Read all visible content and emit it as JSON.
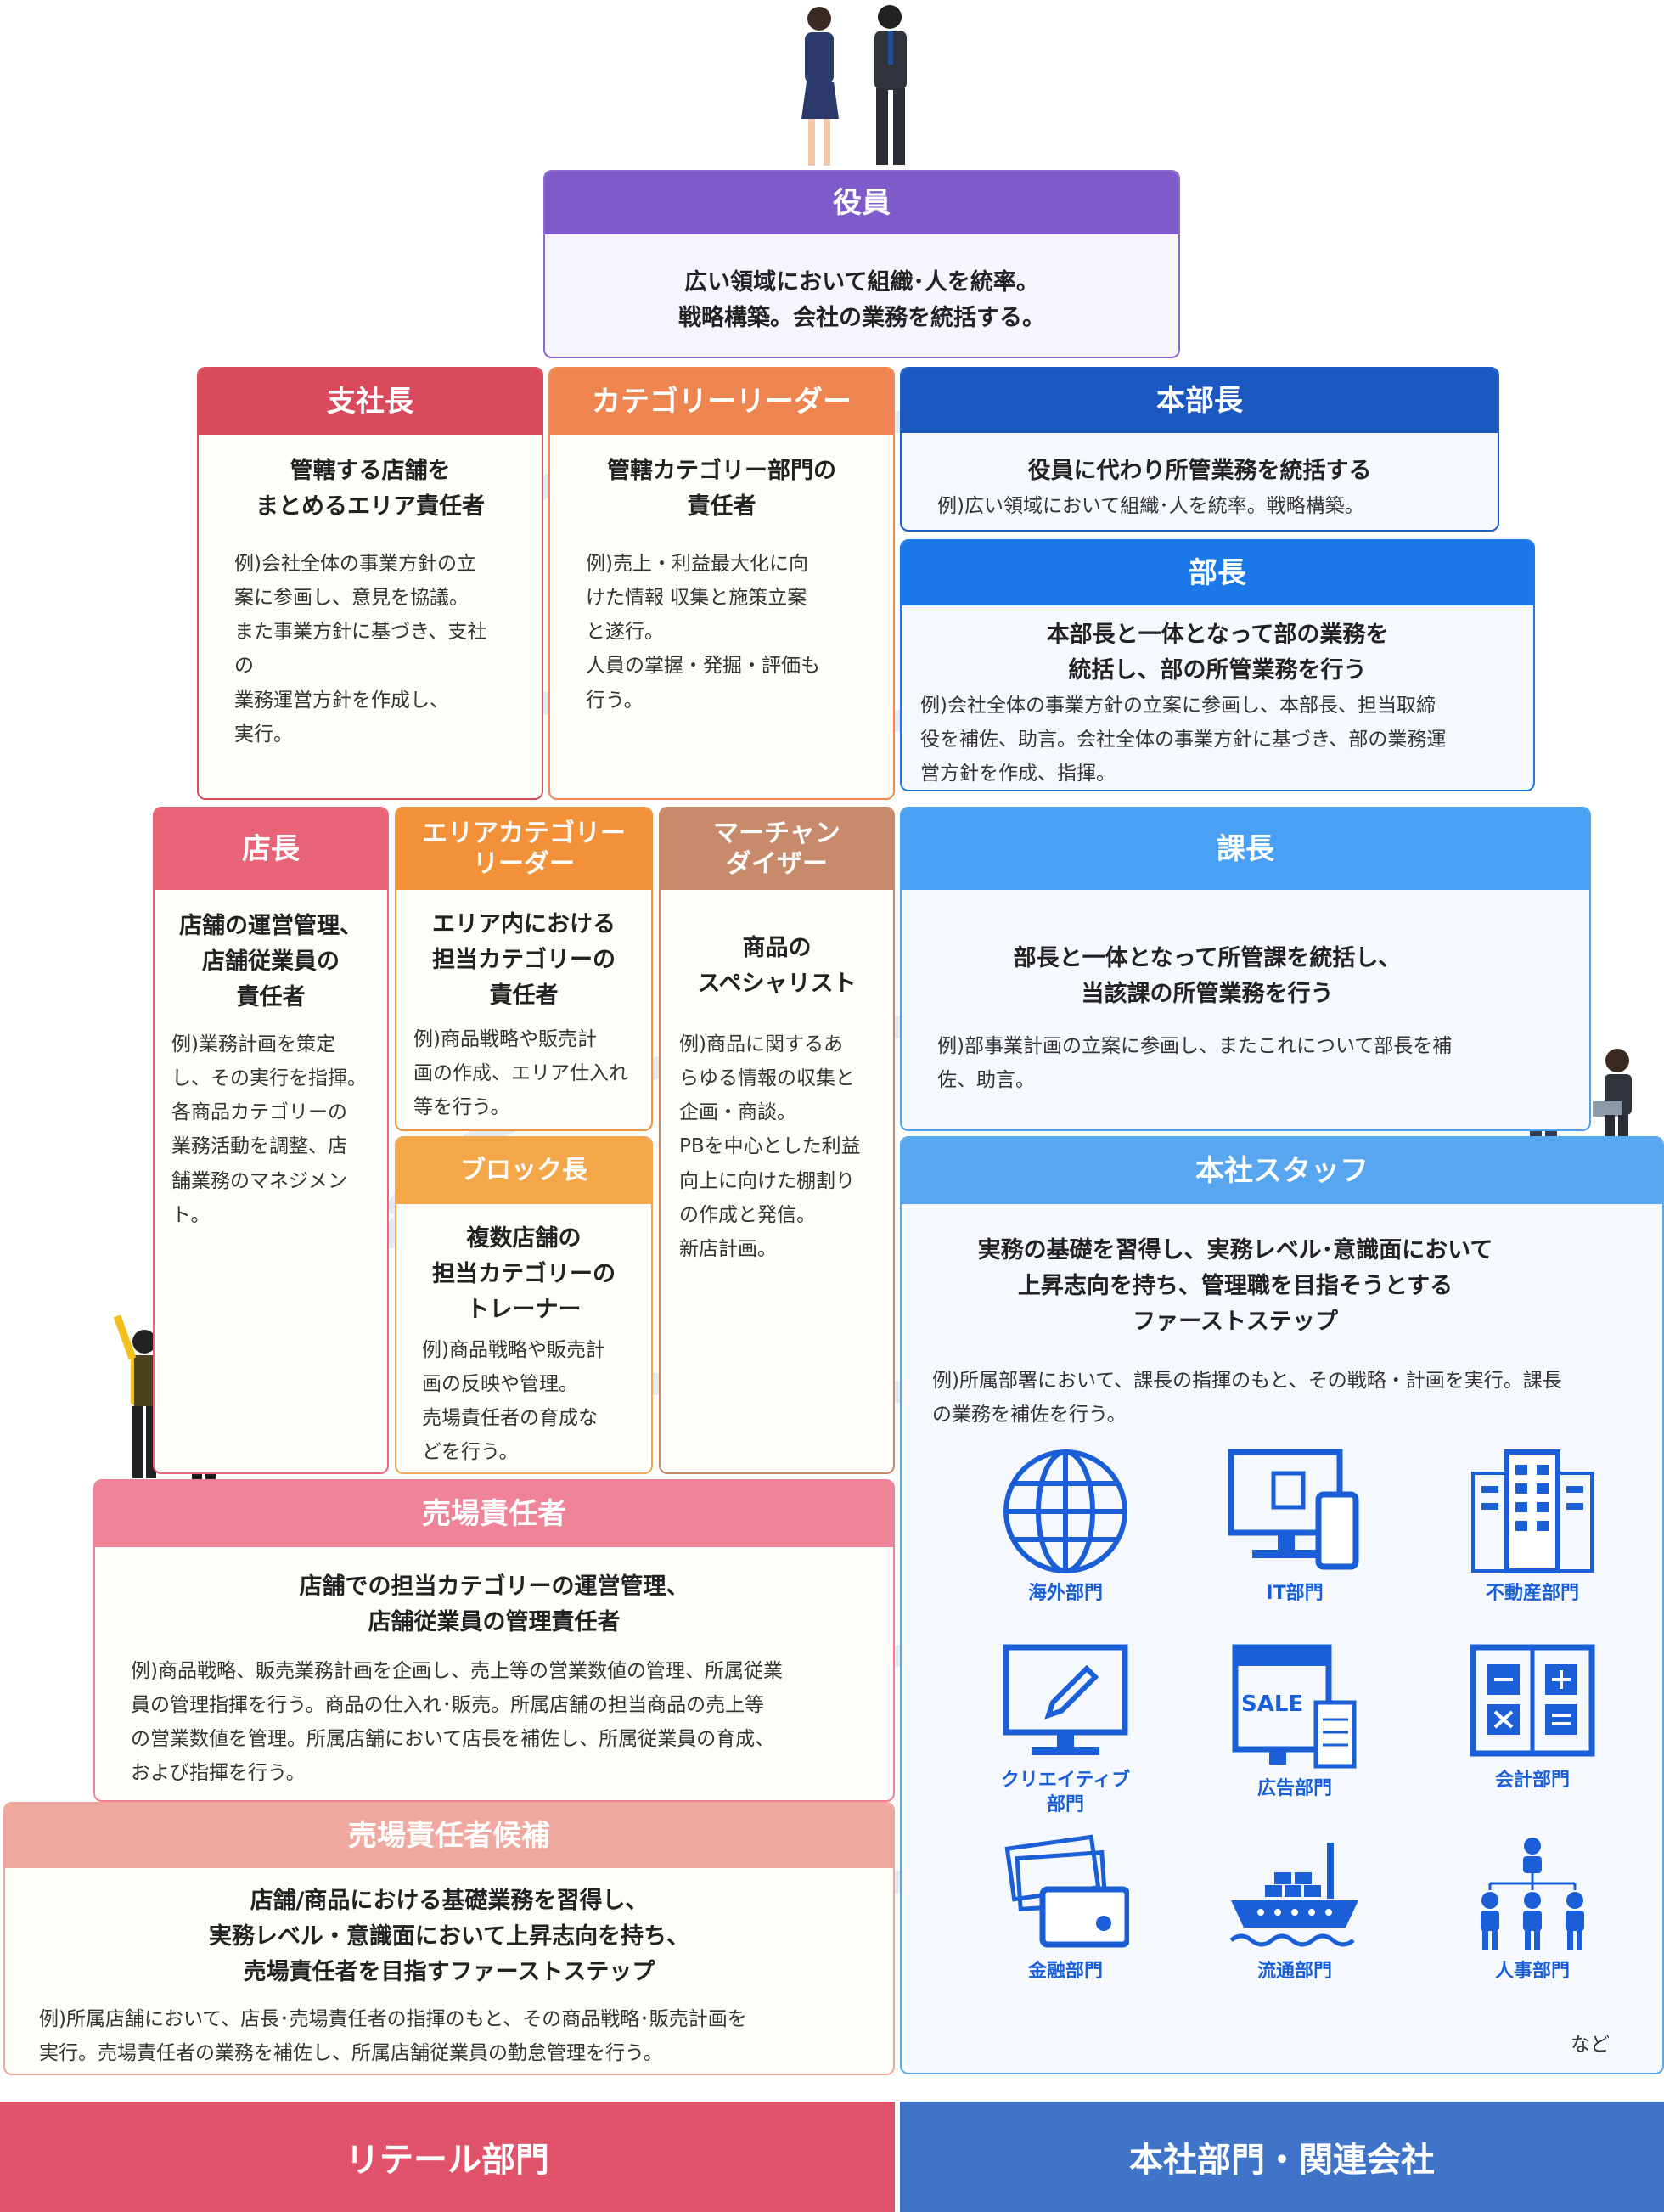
{
  "colors": {
    "exec": "#7e5bc8",
    "shisha": "#d94a5c",
    "category_leader": "#ee8550",
    "honbu": "#1b58c0",
    "bucho": "#1b78e8",
    "tencho": "#ea6478",
    "area_category": "#f2913a",
    "block": "#f3a748",
    "merchandiser": "#c78a6b",
    "kacho": "#4aa0f5",
    "staff": "#58a6ef",
    "uriba": "#ef8398",
    "uriba_candidate": "#f0a99f",
    "retail_footer": "#e0536a",
    "hq_footer": "#3f74c9",
    "dept_icon": "#1a5fd8"
  },
  "exec": {
    "title": "役員",
    "lead": "広い領域において組織･人を統率。\n戦略構築。会社の業務を統括する。"
  },
  "shisha": {
    "title": "支社長",
    "lead": "管轄する店舗を\nまとめるエリア責任者",
    "example": "例)会社全体の事業方針の立\n案に参画し、意見を協議。\nまた事業方針に基づき、支社の\n業務運営方針を作成し、\n実行。"
  },
  "category_leader": {
    "title": "カテゴリーリーダー",
    "lead": "管轄カテゴリー部門の\n責任者",
    "example": "例)売上・利益最大化に向\nけた情報 収集と施策立案\nと遂行。\n人員の掌握・発掘・評価も\n行う。"
  },
  "honbu": {
    "title": "本部長",
    "lead": "役員に代わり所管業務を統括する",
    "example": "例)広い領域において組織･人を統率。戦略構築。"
  },
  "bucho": {
    "title": "部長",
    "lead": "本部長と一体となって部の業務を\n統括し、部の所管業務を行う",
    "example": "例)会社全体の事業方針の立案に参画し、本部長、担当取締\n役を補佐、助言。会社全体の事業方針に基づき、部の業務運\n営方針を作成、指揮。"
  },
  "tencho": {
    "title": "店長",
    "lead": "店舗の運営管理、\n店舗従業員の\n責任者",
    "example": "例)業務計画を策定\nし、その実行を指揮。\n各商品カテゴリーの\n業務活動を調整、店\n舗業務のマネジメン\nト。"
  },
  "area_category": {
    "title": "エリアカテゴリー\nリーダー",
    "lead": "エリア内における\n担当カテゴリーの\n責任者",
    "example": "例)商品戦略や販売計\n画の作成、エリア仕入れ\n等を行う。"
  },
  "block": {
    "title": "ブロック長",
    "lead": "複数店舗の\n担当カテゴリーの\nトレーナー",
    "example": "例)商品戦略や販売計\n画の反映や管理。\n売場責任者の育成な\nどを行う。"
  },
  "merchandiser": {
    "title": "マーチャン\nダイザー",
    "lead": "商品の\nスペシャリスト",
    "example": "例)商品に関するあ\nらゆる情報の収集と\n企画・商談。\nPBを中心とした利益\n向上に向けた棚割り\nの作成と発信。\n新店計画。"
  },
  "kacho": {
    "title": "課長",
    "lead": "部長と一体となって所管課を統括し、\n当該課の所管業務を行う",
    "example": "例)部事業計画の立案に参画し、またこれについて部長を補\n佐、助言。"
  },
  "staff": {
    "title": "本社スタッフ",
    "lead": "実務の基礎を習得し、実務レベル･意識面において\n上昇志向を持ち、管理職を目指そうとする\nファーストステップ",
    "example": "例)所属部署において、課長の指揮のもと、その戦略・計画を実行。課長\nの業務を補佐を行う。",
    "departments": [
      {
        "label": "海外部門",
        "icon": "globe-icon"
      },
      {
        "label": "IT部門",
        "icon": "computer-phone-icon"
      },
      {
        "label": "不動産部門",
        "icon": "building-icon"
      },
      {
        "label": "クリエイティブ\n部門",
        "icon": "monitor-pen-icon"
      },
      {
        "label": "広告部門",
        "icon": "sale-sign-icon"
      },
      {
        "label": "会計部門",
        "icon": "calculator-book-icon"
      },
      {
        "label": "金融部門",
        "icon": "money-card-icon"
      },
      {
        "label": "流通部門",
        "icon": "cargo-ship-icon"
      },
      {
        "label": "人事部門",
        "icon": "org-chart-icon"
      }
    ],
    "etc": "など"
  },
  "uriba": {
    "title": "売場責任者",
    "lead": "店舗での担当カテゴリーの運営管理、\n店舗従業員の管理責任者",
    "example": "例)商品戦略、販売業務計画を企画し、売上等の営業数値の管理、所属従業\n員の管理指揮を行う。商品の仕入れ･販売。所属店舗の担当商品の売上等\nの営業数値を管理。所属店舗において店長を補佐し、所属従業員の育成、\nおよび指揮を行う。"
  },
  "uriba_candidate": {
    "title": "売場責任者候補",
    "lead": "店舗/商品における基礎業務を習得し、\n実務レベル・意識面において上昇志向を持ち、\n売場責任者を目指すファーストステップ",
    "example": "例)所属店舗において、店長･売場責任者の指揮のもと、その商品戦略･販売計画を\n実行。売場責任者の業務を補佐し、所属店舗従業員の勤怠管理を行う。"
  },
  "footer": {
    "retail": "リテール部門",
    "hq": "本社部門・関連会社"
  }
}
